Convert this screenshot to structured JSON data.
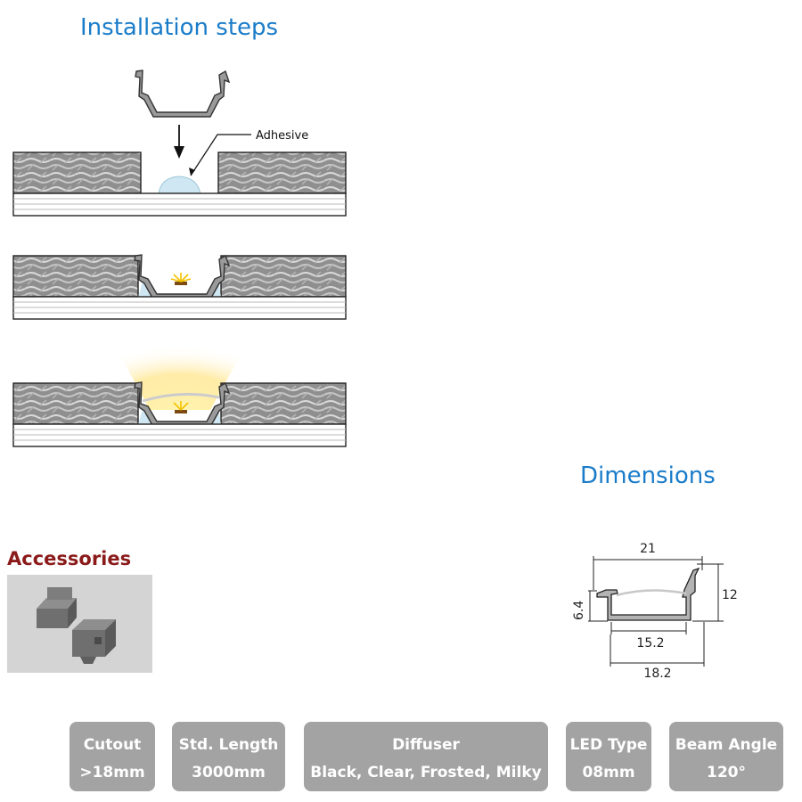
{
  "installation": {
    "title": "Installation steps",
    "adhesive_label": "Adhesive"
  },
  "dimensions": {
    "title": "Dimensions",
    "width_top": "21",
    "height_total": "12",
    "height_left": "6.4",
    "inner_width": "15.2",
    "outer_width": "18.2"
  },
  "accessories": {
    "title": "Accessories"
  },
  "specs": [
    {
      "label": "Cutout",
      "value": ">18mm"
    },
    {
      "label": "Std. Length",
      "value": "3000mm"
    },
    {
      "label": "Diffuser",
      "value": "Black, Clear, Frosted, Milky"
    },
    {
      "label": "LED Type",
      "value": "08mm"
    },
    {
      "label": "Beam Angle",
      "value": "120°"
    }
  ],
  "colors": {
    "heading_blue": "#1a7cc9",
    "heading_red": "#8b1a1a",
    "spec_box": "#a3a3a3",
    "profile_gray": "#9a9a9a",
    "adhesive_blue": "#cfe7f2",
    "light_yellow": "#ffe58a"
  }
}
